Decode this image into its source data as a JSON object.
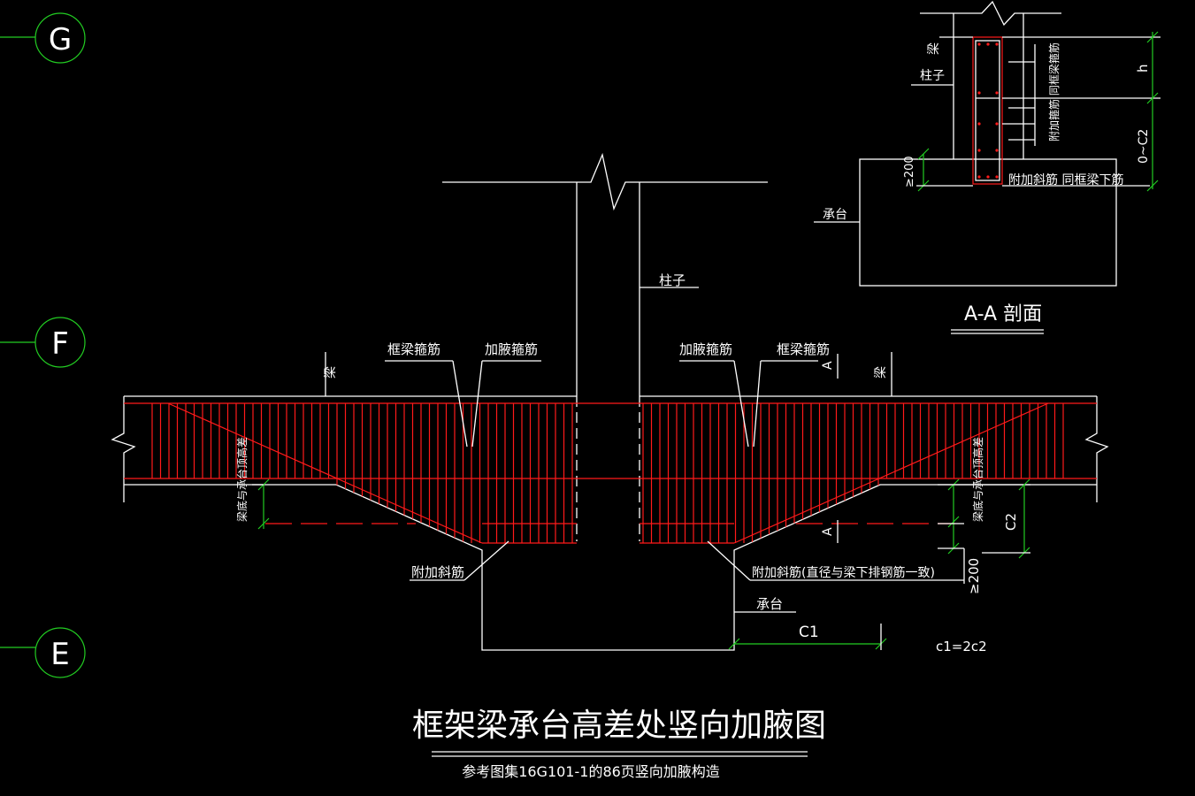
{
  "axes": [
    "G",
    "F",
    "E"
  ],
  "title": "框架梁承台高差处竖向加腋图",
  "subtitle": "参考图集16G101-1的86页竖向加腋构造",
  "labels": {
    "column_main": "柱子",
    "beam_left": "梁",
    "beam_right": "梁",
    "frame_stirrup_left": "框梁箍筋",
    "haunch_stirrup_left": "加腋箍筋",
    "haunch_stirrup_right": "加腋箍筋",
    "frame_stirrup_right": "框梁箍筋",
    "beam_bottom_left": "梁底与承台顶高差",
    "beam_bottom_right": "梁底与承台顶高差",
    "diag_bar_left": "附加斜筋",
    "diag_bar_right": "附加斜筋(直径与梁下排钢筋一致)",
    "cap_main": "承台",
    "dim_c1": "C1",
    "dim_c2": "C2",
    "dim_200": "≥200",
    "relation": "c1=2c2",
    "section_mark_top": "A",
    "section_mark_bottom": "A",
    "sec_beam": "梁",
    "sec_column": "柱子",
    "sec_stirrup": "附加箍筋 同框梁箍筋",
    "sec_diag": "附加斜筋 同框梁下筋",
    "sec_cap": "承台",
    "sec_200": "≥200",
    "sec_h": "h",
    "sec_c2": "0~C2",
    "section_title": "A-A 剖面"
  },
  "colors": {
    "lines": "#ffffff",
    "rebar": "#ff1a1a",
    "grid": "#22cc22",
    "background": "#000000"
  }
}
